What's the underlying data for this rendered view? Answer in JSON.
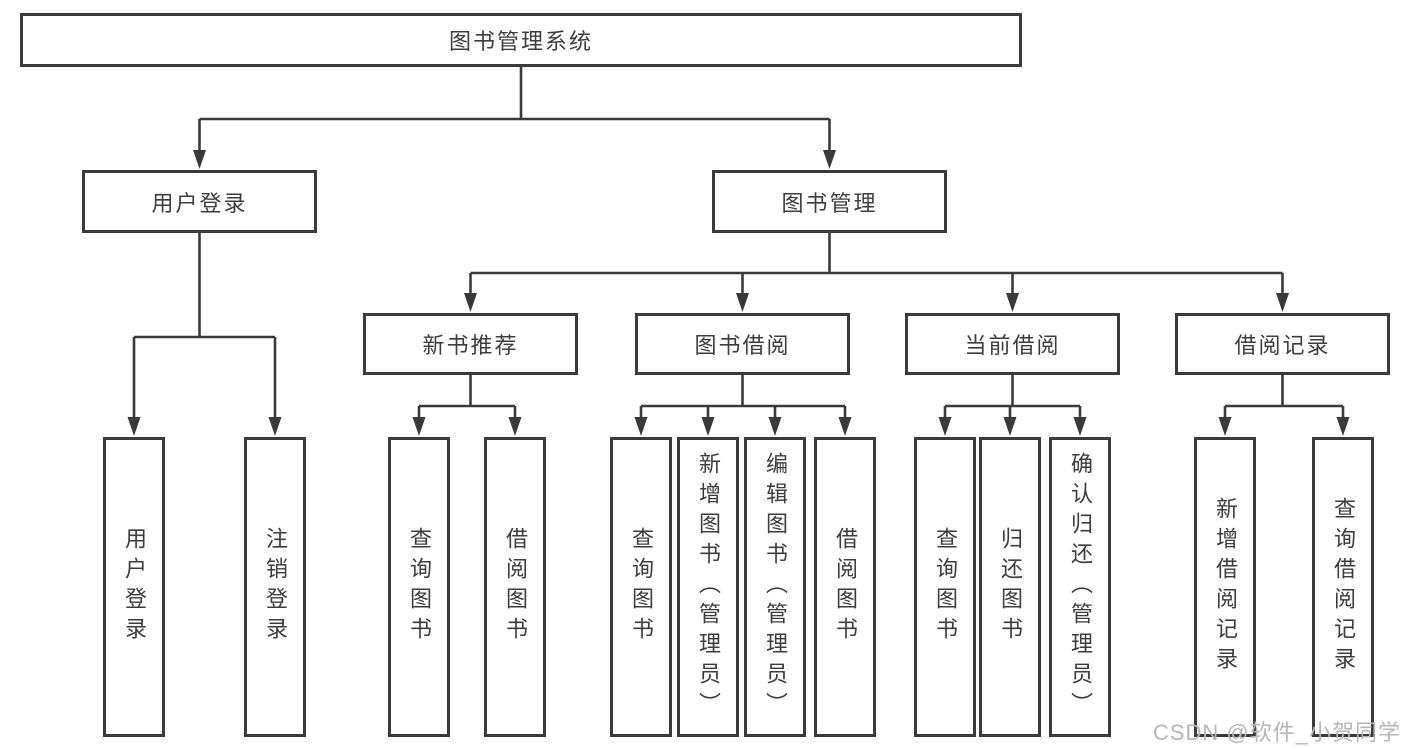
{
  "diagram": {
    "root": {
      "label": "图书管理系统",
      "children": [
        {
          "label": "用户登录",
          "children": [
            {
              "label": "用户登录"
            },
            {
              "label": "注销登录"
            }
          ]
        },
        {
          "label": "图书管理",
          "children": [
            {
              "label": "新书推荐",
              "children": [
                {
                  "label": "查询图书"
                },
                {
                  "label": "借阅图书"
                }
              ]
            },
            {
              "label": "图书借阅",
              "children": [
                {
                  "label": "查询图书"
                },
                {
                  "label": "新增图书（管理员）"
                },
                {
                  "label": "编辑图书（管理员）"
                },
                {
                  "label": "借阅图书"
                }
              ]
            },
            {
              "label": "当前借阅",
              "children": [
                {
                  "label": "查询图书"
                },
                {
                  "label": "归还图书"
                },
                {
                  "label": "确认归还（管理员）"
                }
              ]
            },
            {
              "label": "借阅记录",
              "children": [
                {
                  "label": "新增借阅记录"
                },
                {
                  "label": "查询借阅记录"
                }
              ]
            }
          ]
        }
      ]
    }
  },
  "watermark": {
    "text": "CSDN @软件_小贺同学",
    "color": "#b6b6b6"
  },
  "colors": {
    "box_border": "#3a3a3a",
    "text": "#3d3d3d",
    "connector_line": "#3a3a3a",
    "background": "#ffffff"
  }
}
